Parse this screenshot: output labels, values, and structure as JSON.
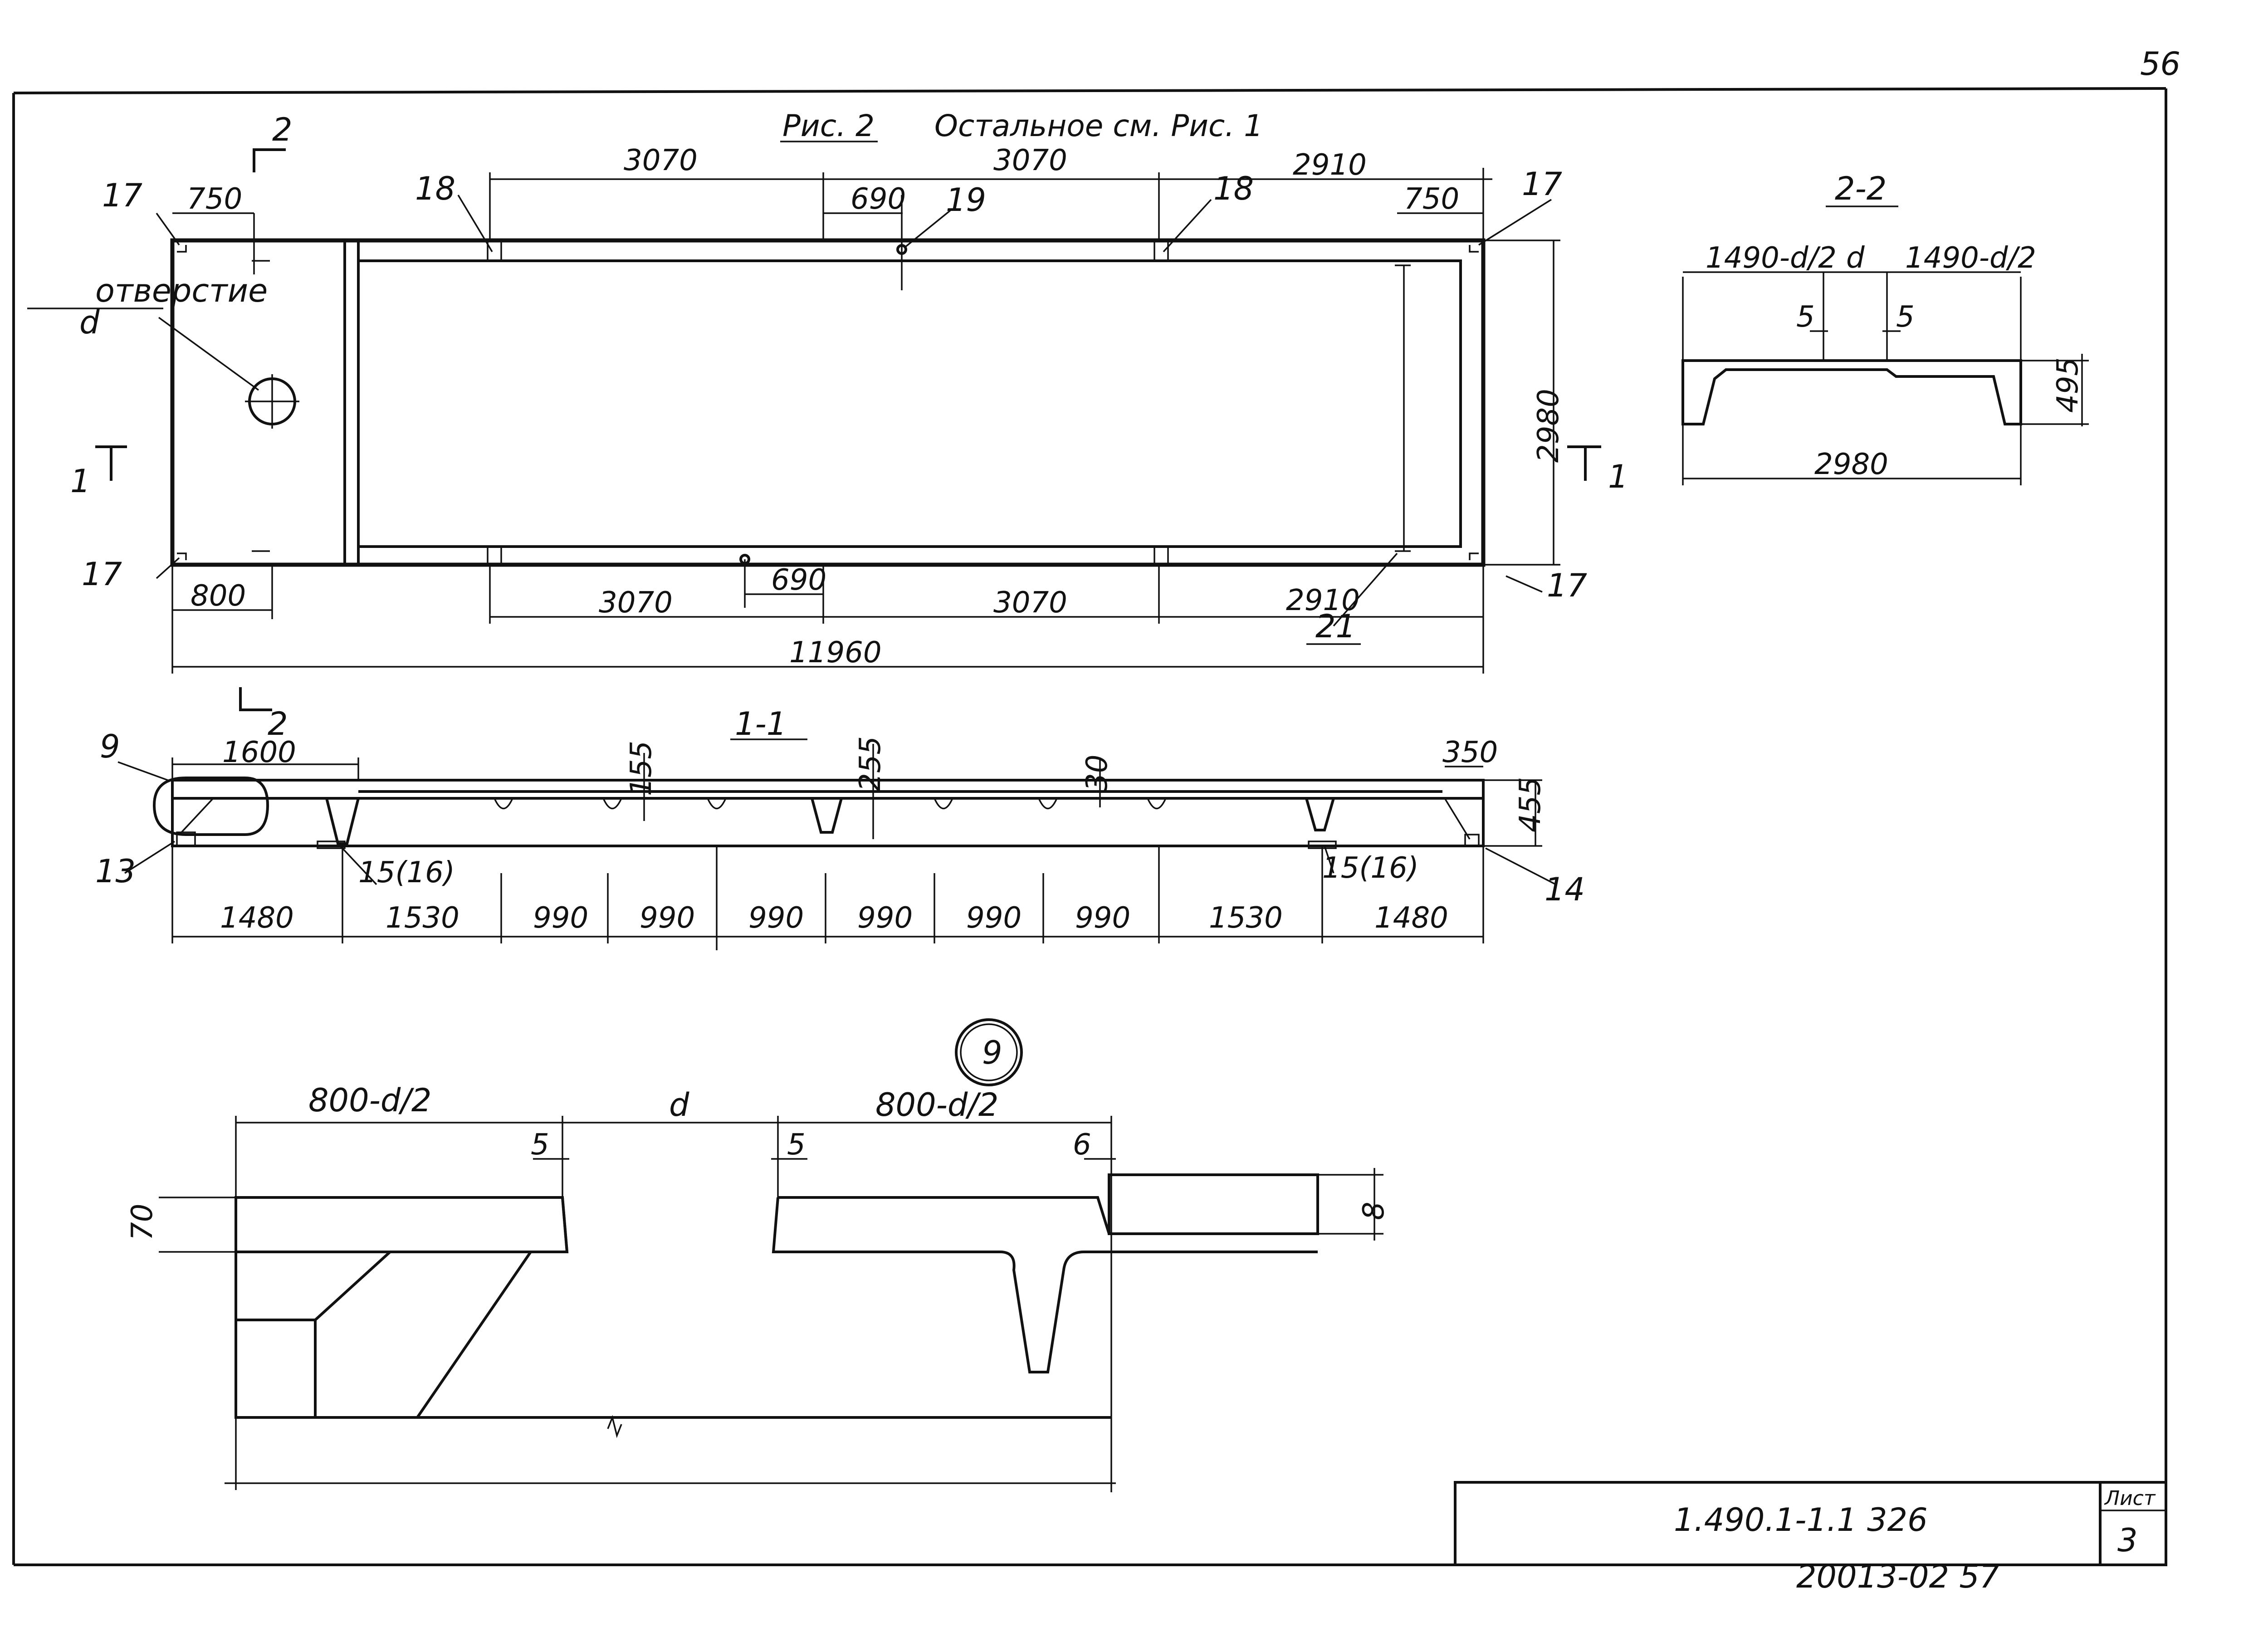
{
  "sheet": {
    "page_number": "56",
    "doc_code": "1.490.1-1.1 326",
    "sheet_label": "Лист",
    "sheet_number": "3",
    "archive_number": "20013-02 57"
  },
  "title": {
    "figure": "Рис. 2",
    "note": "Остальное см. Рис. 1"
  },
  "plan": {
    "labels": {
      "hole": "отверстие",
      "hole_d": "d",
      "cut1_left": "1",
      "cut1_right": "1",
      "cut2_top": "2",
      "cut2_bottom": "2"
    },
    "callouts": [
      "17",
      "17",
      "17",
      "17",
      "18",
      "18",
      "19",
      "21"
    ],
    "dims_top": [
      "750",
      "3070",
      "3070",
      "2910",
      "750",
      "690"
    ],
    "dims_bottom": [
      "800",
      "3070",
      "690",
      "3070",
      "2910"
    ],
    "overall_length": "11960",
    "overall_width": "2980"
  },
  "section_2_2": {
    "title": "2-2",
    "dims": [
      "1490-d/2",
      "d",
      "1490-d/2",
      "5",
      "5",
      "495",
      "2980"
    ]
  },
  "section_1_1": {
    "title": "1-1",
    "callouts": [
      "9",
      "13",
      "14",
      "15(16)",
      "15(16)"
    ],
    "dims_top": [
      "1600",
      "155",
      "255",
      "30",
      "350",
      "455"
    ],
    "dims_bottom": [
      "1480",
      "1530",
      "990",
      "990",
      "990",
      "990",
      "990",
      "990",
      "1530",
      "1480"
    ]
  },
  "detail_9": {
    "marker": "9",
    "dims": [
      "800-d/2",
      "d",
      "800-d/2",
      "5",
      "5",
      "6",
      "70",
      "8"
    ]
  }
}
